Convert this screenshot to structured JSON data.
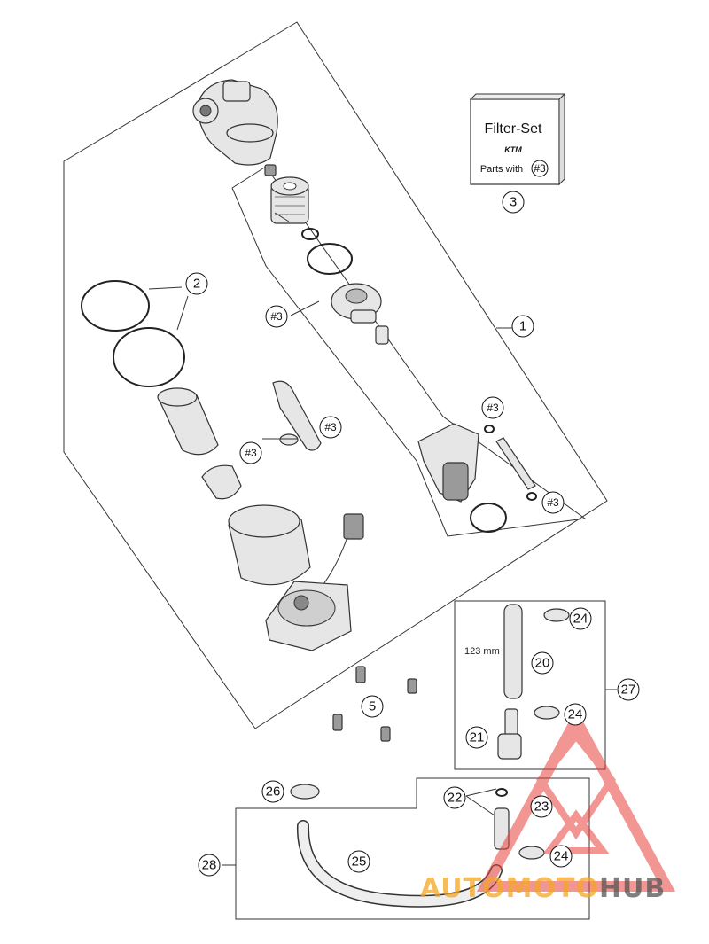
{
  "filter_set": {
    "title": "Filter-Set",
    "brand": "KTM",
    "subtitle": "Parts with",
    "ref": "#3"
  },
  "callouts": {
    "c1": "1",
    "c2": "2",
    "c3": "3",
    "c5": "5",
    "c20": "20",
    "c21": "21",
    "c22": "22",
    "c23": "23",
    "c24a": "24",
    "c24b": "24",
    "c24c": "24",
    "c25": "25",
    "c26": "26",
    "c27": "27",
    "c28": "28"
  },
  "refs": {
    "r1": "#3",
    "r2": "#3",
    "r3": "#3",
    "r4": "#3",
    "r5": "#3"
  },
  "dimension": "123 mm",
  "watermark": {
    "part1": "AUTO",
    "part2": "MOTO",
    "part3": "HUB",
    "color_primary": "#f5a623",
    "color_secondary": "#e8423c",
    "color_tertiary": "#555555"
  }
}
